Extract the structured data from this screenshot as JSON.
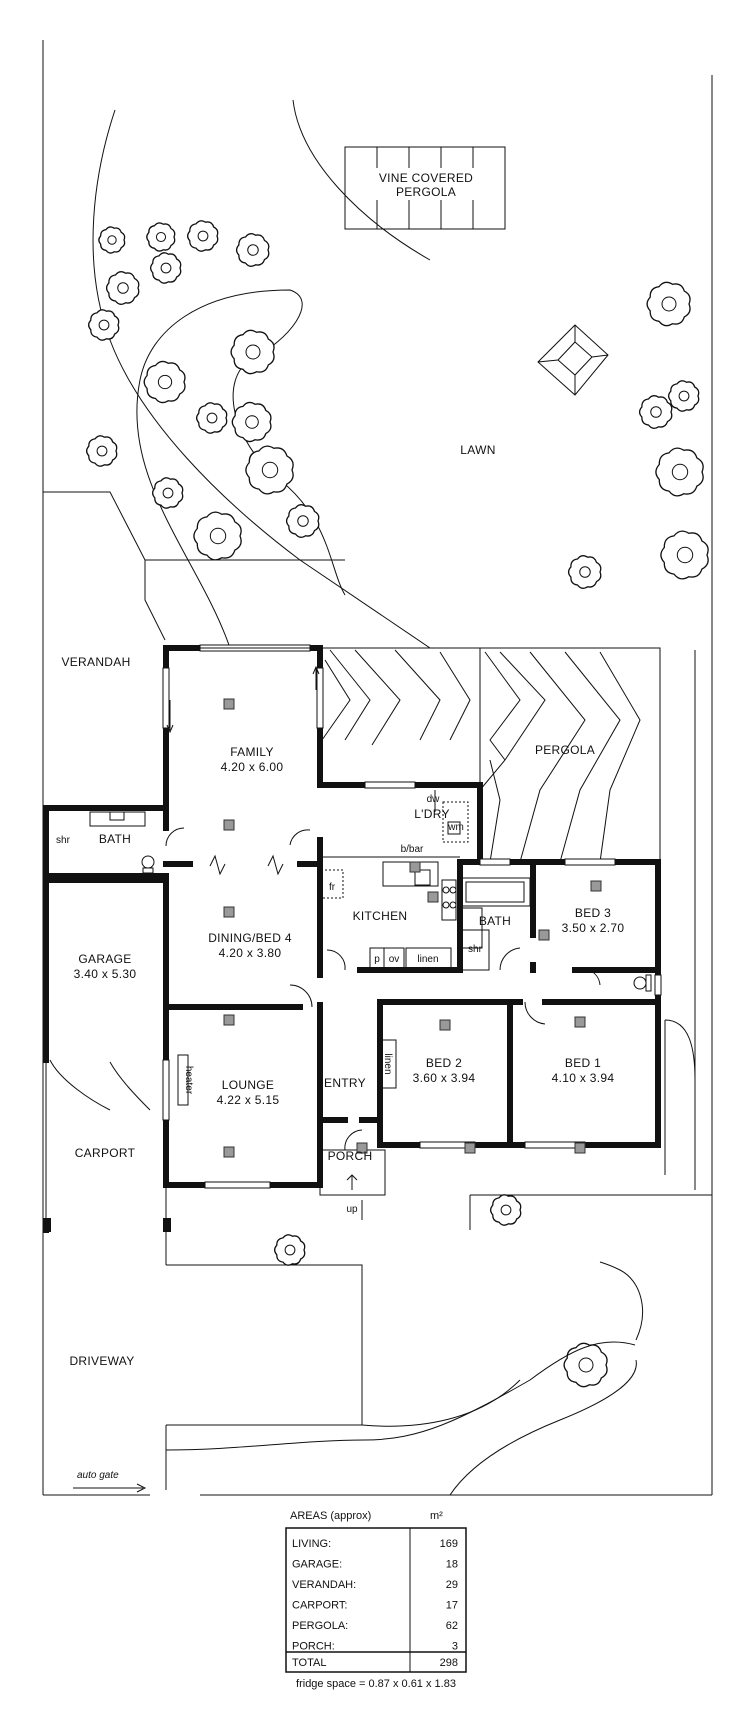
{
  "labels": {
    "vine_pergola": "VINE COVERED\nPERGOLA",
    "lawn": "LAWN",
    "verandah": "VERANDAH",
    "pergola": "PERGOLA",
    "family": "FAMILY",
    "family_dim": "4.20 x 6.00",
    "ldry": "L'DRY",
    "dw": "dw",
    "wm": "wm",
    "bbar": "b/bar",
    "shr_left": "shr",
    "bath_left": "BATH",
    "fr": "fr",
    "kitchen": "KITCHEN",
    "p": "p",
    "ov": "ov",
    "linen_k": "linen",
    "bath_mid": "BATH",
    "shr_mid": "shr",
    "bed3": "BED 3",
    "bed3_dim": "3.50 x 2.70",
    "garage": "GARAGE",
    "garage_dim": "3.40 x 5.30",
    "dining": "DINING/BED 4",
    "dining_dim": "4.20 x 3.80",
    "lounge": "LOUNGE",
    "lounge_dim": "4.22 x 5.15",
    "heater": "heater",
    "linen_e": "linen",
    "entry": "ENTRY",
    "bed2": "BED 2",
    "bed2_dim": "3.60 x 3.94",
    "bed1": "BED 1",
    "bed1_dim": "4.10 x 3.94",
    "carport": "CARPORT",
    "porch": "PORCH",
    "up": "up",
    "driveway": "DRIVEWAY",
    "auto_gate": "auto gate"
  },
  "areas_table": {
    "title": "AREAS (approx)",
    "unit": "m²",
    "rows": [
      {
        "name": "LIVING:",
        "value": "169"
      },
      {
        "name": "GARAGE:",
        "value": "18"
      },
      {
        "name": "VERANDAH:",
        "value": "29"
      },
      {
        "name": "CARPORT:",
        "value": "17"
      },
      {
        "name": "PERGOLA:",
        "value": "62"
      },
      {
        "name": "PORCH:",
        "value": "3"
      }
    ],
    "total_label": "TOTAL",
    "total_value": "298",
    "footnote": "fridge space = 0.87 x 0.61 x 1.83"
  }
}
